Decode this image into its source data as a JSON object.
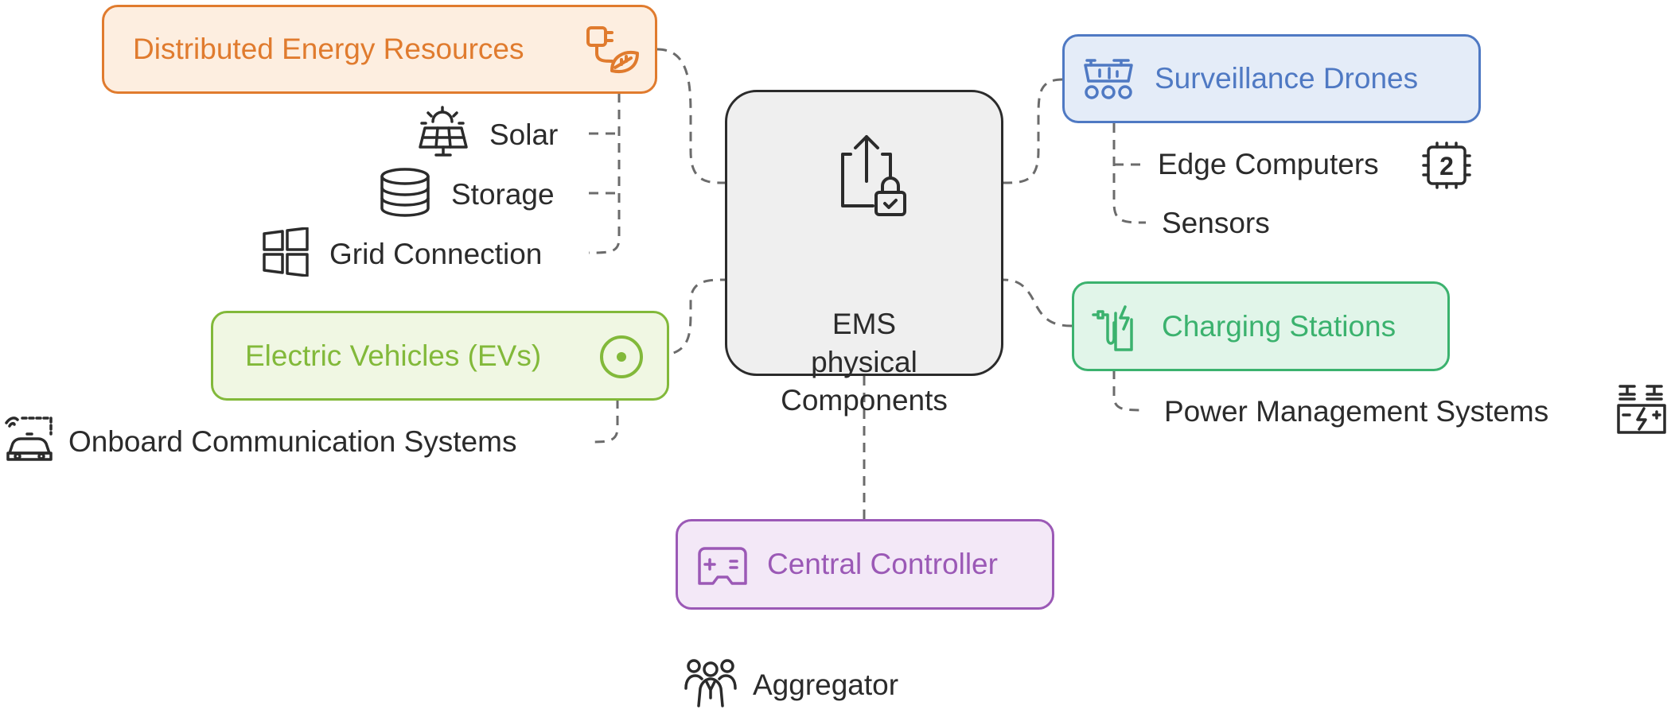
{
  "center": {
    "line1": "EMS",
    "line2": "physical",
    "line3": "Components"
  },
  "categories": {
    "der": {
      "label": "Distributed Energy Resources",
      "color": "#e07b2e",
      "bg": "#fdeee0"
    },
    "ev": {
      "label": "Electric Vehicles (EVs)",
      "color": "#82b93a",
      "bg": "#f0f7e3"
    },
    "drones": {
      "label": "Surveillance Drones",
      "color": "#4f79c3",
      "bg": "#e4ecf8"
    },
    "charging": {
      "label": "Charging Stations",
      "color": "#3bb26e",
      "bg": "#e1f5e9"
    },
    "controller": {
      "label": "Central Controller",
      "color": "#9b59b6",
      "bg": "#f3e8f7"
    }
  },
  "items": {
    "solar": "Solar",
    "storage": "Storage",
    "grid": "Grid Connection",
    "onboard": "Onboard Communication Systems",
    "edge": "Edge Computers",
    "sensors": "Sensors",
    "power": "Power Management Systems",
    "aggregator": "Aggregator"
  },
  "icons": {
    "center": "upload-lock-icon",
    "der": "plug-leaf-icon",
    "solar": "solar-panel-icon",
    "storage": "database-icon",
    "grid": "grid-windows-icon",
    "ev": "target-circle-icon",
    "onboard": "car-signal-icon",
    "drones": "drone-rover-icon",
    "edge": "chip-2-icon",
    "charging": "charging-plug-icon",
    "power": "power-battery-icon",
    "controller": "gamepad-icon",
    "aggregator": "people-group-icon"
  },
  "edge_chip_number": "2"
}
